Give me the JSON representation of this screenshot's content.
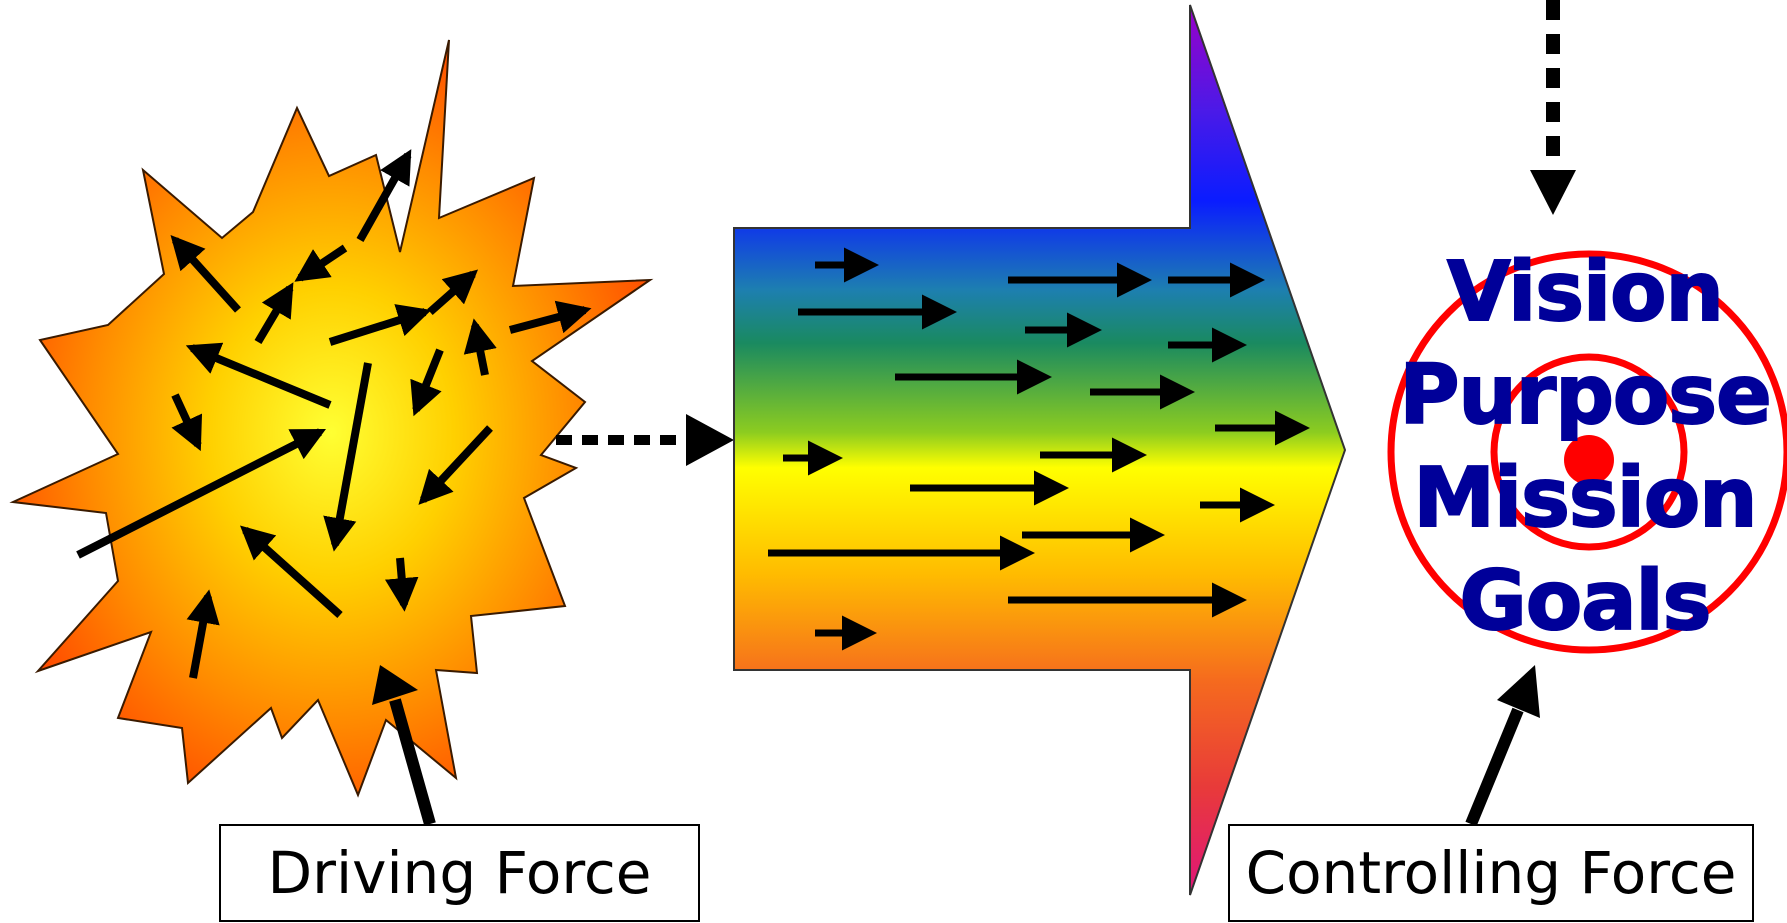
{
  "labels": {
    "driving_force": "Driving Force",
    "controlling_force": "Controlling Force"
  },
  "target_words": [
    "Vision",
    "Purpose",
    "Mission",
    "Goals"
  ],
  "colors": {
    "burst_outer": "#ff5a00",
    "burst_inner": "#ffff33",
    "target_ring": "#ff0000",
    "target_text": "#000099",
    "arrow": "#000000"
  }
}
